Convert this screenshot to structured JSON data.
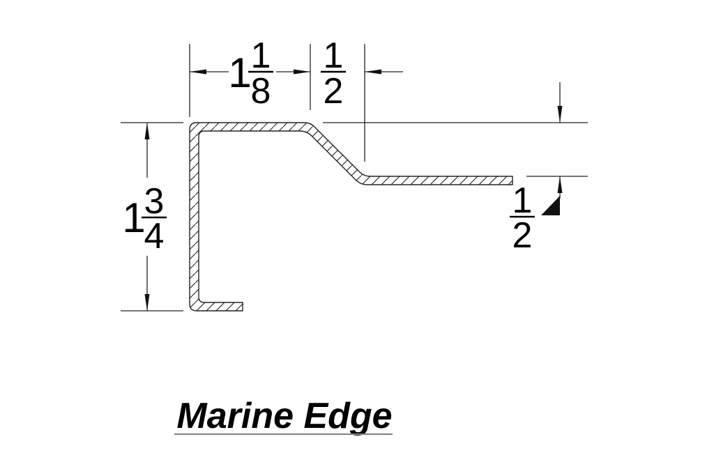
{
  "title": "Marine Edge",
  "profile": {
    "name": "marine-edge-cross-section",
    "style": "hatched sheet-metal section"
  },
  "dimensions": {
    "top_width": {
      "whole": "1",
      "numerator": "1",
      "denominator": "8",
      "label": "1 1/8"
    },
    "slope_width": {
      "numerator": "1",
      "denominator": "2",
      "label": "1/2"
    },
    "left_height": {
      "whole": "1",
      "numerator": "3",
      "denominator": "4",
      "label": "1 3/4"
    },
    "right_drop": {
      "numerator": "1",
      "denominator": "2",
      "label": "1/2"
    }
  },
  "colors": {
    "background": "#ffffff",
    "line": "#222222",
    "arrow": "#111111",
    "hatch": "#333333",
    "text": "#000000",
    "underline": "#808080"
  }
}
